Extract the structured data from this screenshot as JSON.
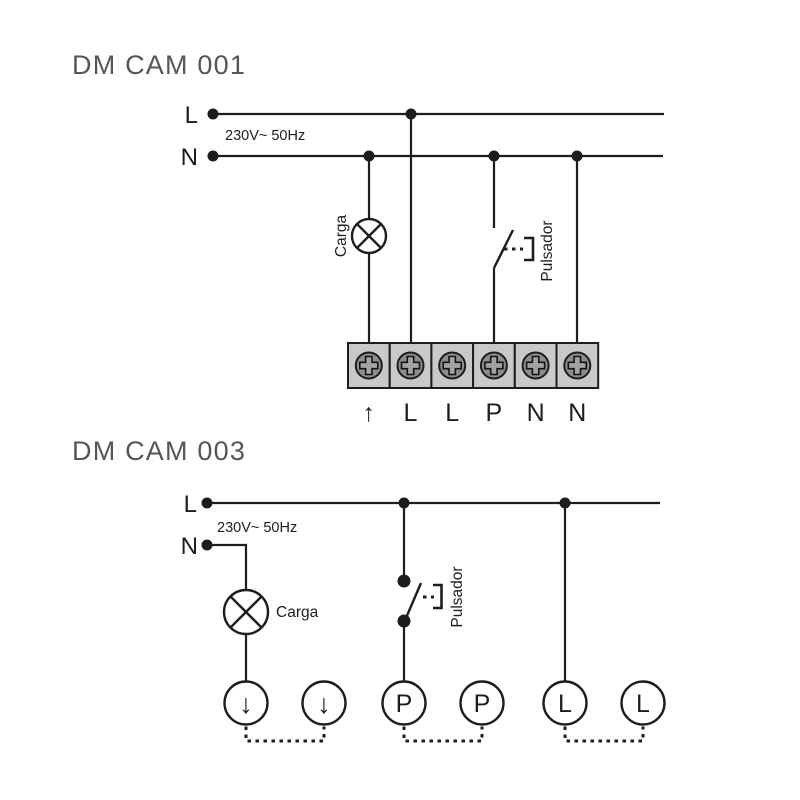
{
  "colors": {
    "line": "#1d1d1b",
    "title_text": "#54565a",
    "terminal_box": "#c9c9c9",
    "screw": "#8d8d8d",
    "background": "#ffffff"
  },
  "diagrams": [
    {
      "title": "DM CAM 001",
      "live_label": "L",
      "neutral_label": "N",
      "voltage_label": "230V~ 50Hz",
      "load_label": "Carga",
      "button_label": "Pulsador",
      "terminals": [
        "↑",
        "L",
        "L",
        "P",
        "N",
        "N"
      ]
    },
    {
      "title": "DM CAM 003",
      "live_label": "L",
      "neutral_label": "N",
      "voltage_label": "230V~ 50Hz",
      "load_label": "Carga",
      "button_label": "Pulsador",
      "terminals": [
        "↓",
        "↓",
        "P",
        "P",
        "L",
        "L"
      ]
    }
  ]
}
